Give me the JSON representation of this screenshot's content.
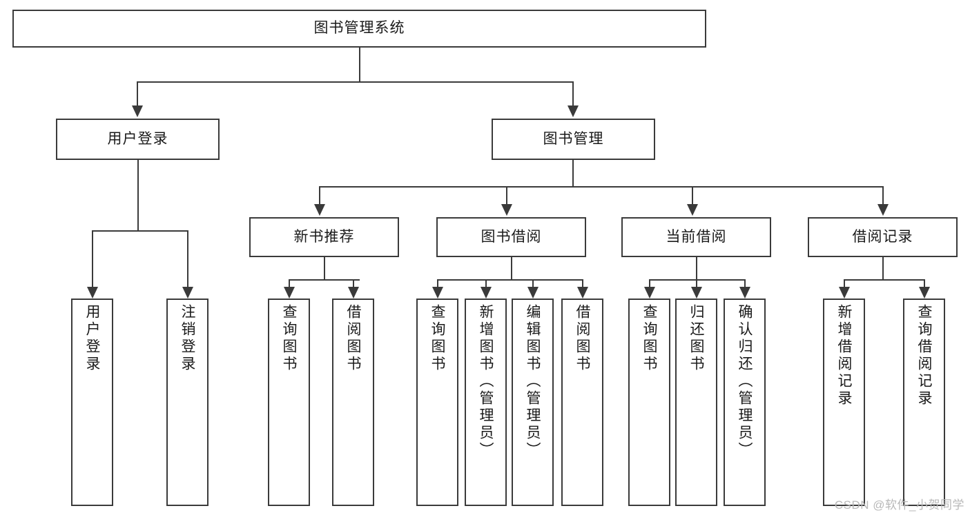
{
  "diagram": {
    "type": "tree-hierarchy",
    "title": "图书管理系统",
    "root": {
      "label": "图书管理系统"
    },
    "level1": [
      {
        "id": "user-login",
        "label": "用户登录"
      },
      {
        "id": "book-management",
        "label": "图书管理"
      }
    ],
    "level2": [
      {
        "id": "new-book-recommend",
        "label": "新书推荐",
        "parent": "book-management"
      },
      {
        "id": "book-borrow",
        "label": "图书借阅",
        "parent": "book-management"
      },
      {
        "id": "current-borrow",
        "label": "当前借阅",
        "parent": "book-management"
      },
      {
        "id": "borrow-record",
        "label": "借阅记录",
        "parent": "book-management"
      }
    ],
    "leaves": [
      {
        "id": "leaf-user-login",
        "label": "用户登录",
        "parent": "user-login"
      },
      {
        "id": "leaf-logout-login",
        "label": "注销登录",
        "parent": "user-login"
      },
      {
        "id": "leaf-query-book-1",
        "label": "查询图书",
        "parent": "new-book-recommend"
      },
      {
        "id": "leaf-borrow-book-1",
        "label": "借阅图书",
        "parent": "new-book-recommend"
      },
      {
        "id": "leaf-query-book-2",
        "label": "查询图书",
        "parent": "book-borrow"
      },
      {
        "id": "leaf-add-book",
        "label": "新增图书（管理员）",
        "parent": "book-borrow"
      },
      {
        "id": "leaf-edit-book",
        "label": "编辑图书（管理员）",
        "parent": "book-borrow"
      },
      {
        "id": "leaf-borrow-book-2",
        "label": "借阅图书",
        "parent": "book-borrow"
      },
      {
        "id": "leaf-query-book-3",
        "label": "查询图书",
        "parent": "current-borrow"
      },
      {
        "id": "leaf-return-book",
        "label": "归还图书",
        "parent": "current-borrow"
      },
      {
        "id": "leaf-confirm-return",
        "label": "确认归还（管理员）",
        "parent": "current-borrow"
      },
      {
        "id": "leaf-add-record",
        "label": "新增借阅记录",
        "parent": "borrow-record"
      },
      {
        "id": "leaf-query-record",
        "label": "查询借阅记录",
        "parent": "borrow-record"
      }
    ]
  },
  "watermark": {
    "text": "CSDN @软件_小贺同学"
  },
  "colors": {
    "stroke": "#3a3a3a",
    "background": "#ffffff",
    "text": "#1a1a1a",
    "watermark": "#b8b8b8"
  }
}
